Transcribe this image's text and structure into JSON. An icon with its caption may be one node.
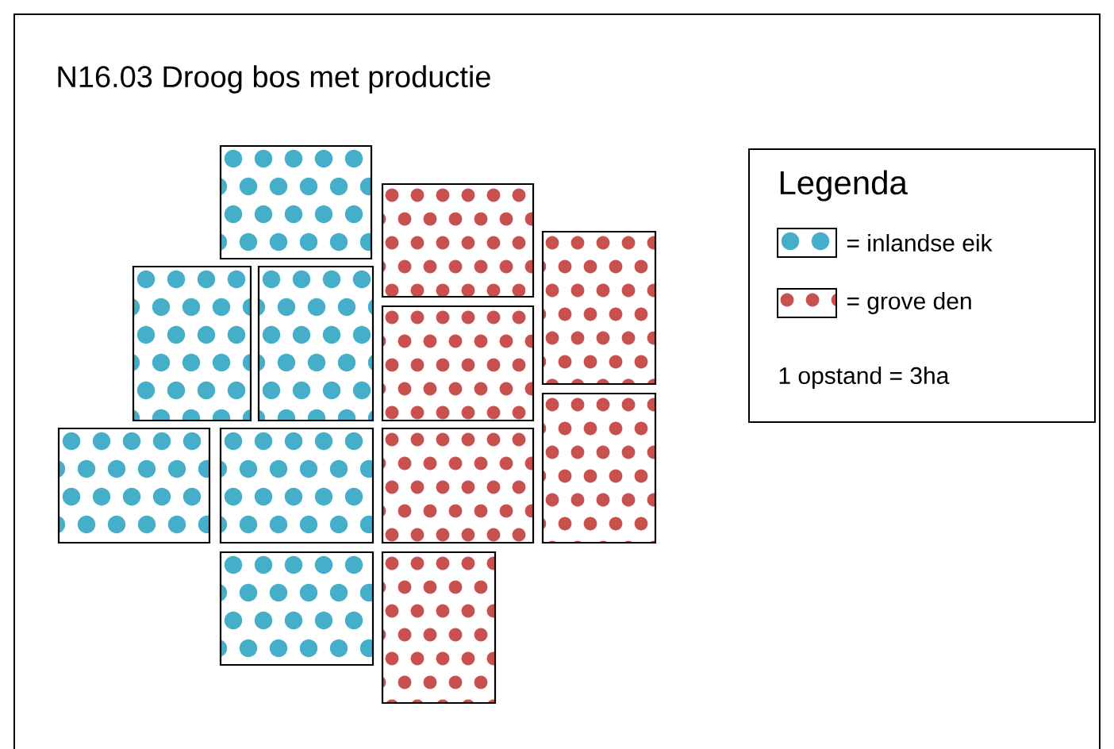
{
  "diagram": {
    "title": "N16.03 Droog bos met productie",
    "nodes": [
      {
        "text": [],
        "shape": "box"
      },
      {
        "text": [],
        "shape": "box"
      },
      {
        "text": [],
        "shape": "box"
      },
      {
        "text": [],
        "shape": "box"
      },
      {
        "text": [],
        "shape": "box"
      },
      {
        "text": [],
        "shape": "box"
      },
      {
        "text": [],
        "shape": "box"
      },
      {
        "text": [],
        "shape": "box"
      },
      {
        "text": [],
        "shape": "box"
      },
      {
        "text": [],
        "shape": "box"
      },
      {
        "text": [],
        "shape": "box"
      },
      {
        "text": [],
        "shape": "box"
      }
    ],
    "labels": [
      "Legenda",
      "1 opstand = 3ha"
    ],
    "legend": [
      {
        "text": "= inlandse eik",
        "color": "#45aec9"
      },
      {
        "text": "= grove den",
        "color": "#c8504f"
      }
    ]
  }
}
